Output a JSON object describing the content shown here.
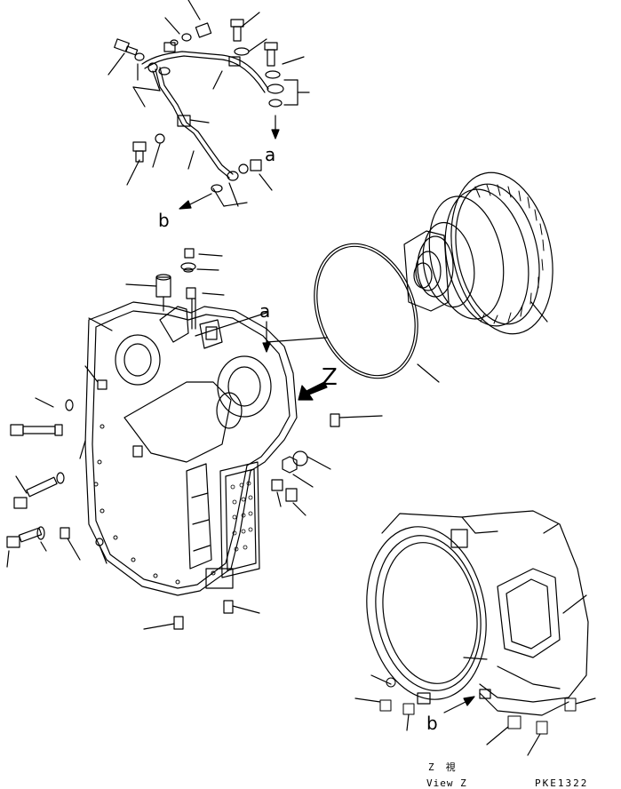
{
  "callouts": {
    "a_top": "a",
    "b_top": "b",
    "a_mid": "a",
    "z_view": "Z",
    "b_bottom": "b"
  },
  "view_caption": {
    "jp": "Z　視",
    "en": "View Z"
  },
  "drawing_code": "PKE1322",
  "colors": {
    "line": "#000000",
    "background": "#ffffff"
  }
}
